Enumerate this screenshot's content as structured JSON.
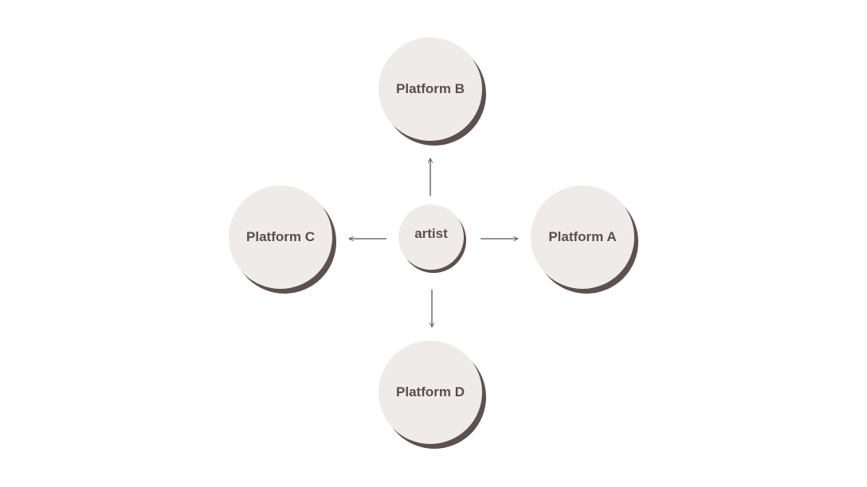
{
  "diagram": {
    "center": {
      "label": "artist"
    },
    "nodes": [
      {
        "id": "platform-a",
        "label": "Platform A"
      },
      {
        "id": "platform-b",
        "label": "Platform B"
      },
      {
        "id": "platform-c",
        "label": "Platform C"
      },
      {
        "id": "platform-d",
        "label": "Platform D"
      }
    ],
    "edges": [
      {
        "from": "artist",
        "to": "Platform A"
      },
      {
        "from": "artist",
        "to": "Platform B"
      },
      {
        "from": "artist",
        "to": "Platform C"
      },
      {
        "from": "artist",
        "to": "Platform D"
      }
    ],
    "colors": {
      "node_fill": "#efebe9",
      "node_shadow": "#5d5150",
      "text": "#5a4d4d",
      "arrow": "#5d5150"
    }
  }
}
